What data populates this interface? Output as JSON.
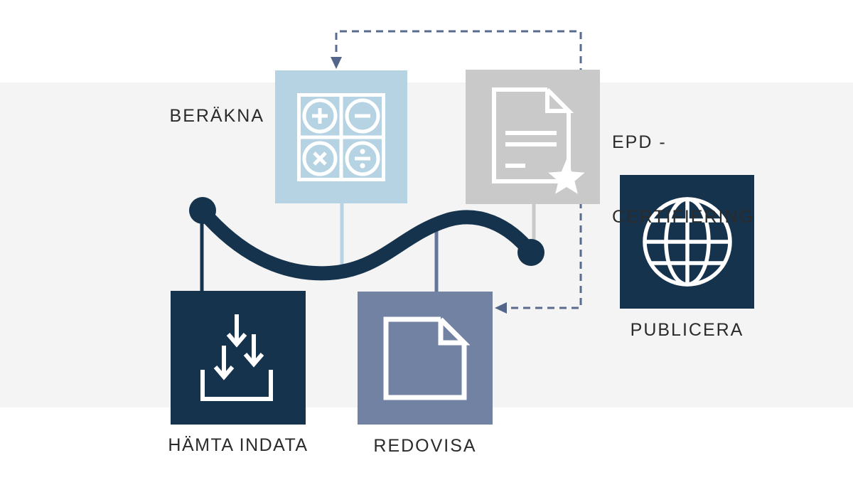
{
  "diagram": {
    "language": "sv",
    "nodes": [
      {
        "id": "berakna",
        "label": "BERÄKNA",
        "icon": "calculator-icon",
        "box_color": "#b5d3e3",
        "icon_color": "#ffffff"
      },
      {
        "id": "epd",
        "label": "EPD - CERTIFIERING",
        "label_lines": [
          "EPD -",
          "CERTIFIERING"
        ],
        "icon": "certificate-document-icon",
        "box_color": "#c9c9ca",
        "icon_color": "#ffffff"
      },
      {
        "id": "publicera",
        "label": "PUBLICERA",
        "icon": "globe-icon",
        "box_color": "#16334d",
        "icon_color": "#ffffff"
      },
      {
        "id": "hamta",
        "label": "HÄMTA INDATA",
        "icon": "download-tray-icon",
        "box_color": "#16334d",
        "icon_color": "#ffffff"
      },
      {
        "id": "redovisa",
        "label": "REDOVISA",
        "icon": "document-icon",
        "box_color": "#7282a3",
        "icon_color": "#ffffff"
      }
    ],
    "connectors": {
      "wave": {
        "type": "thick-curve",
        "color": "#16334d",
        "endpoints": [
          "hamta",
          "epd"
        ],
        "end_style": "filled-circle"
      },
      "drop_lines": [
        {
          "from": "berakna",
          "to": "wave",
          "color": "#b5d3e3"
        },
        {
          "from": "wave",
          "to": "redovisa",
          "color": "#64759a"
        },
        {
          "from": "epd",
          "to": "wave",
          "color": "#c9c9ca"
        },
        {
          "from": "wave",
          "to": "hamta",
          "color": "#16334d"
        }
      ],
      "dashed_loop": {
        "color": "#5a6c8c",
        "style": "dashed",
        "arrows": [
          {
            "points_to": "berakna",
            "direction": "down"
          },
          {
            "points_to": "redovisa",
            "direction": "left"
          }
        ]
      }
    },
    "palette": {
      "background": "#ffffff",
      "band": "#f4f4f4",
      "navy": "#16334d",
      "light_blue": "#b5d3e3",
      "gray": "#c9c9ca",
      "slate": "#7282a3",
      "dashed_line": "#5a6c8c",
      "text": "#2b2b2b"
    }
  }
}
